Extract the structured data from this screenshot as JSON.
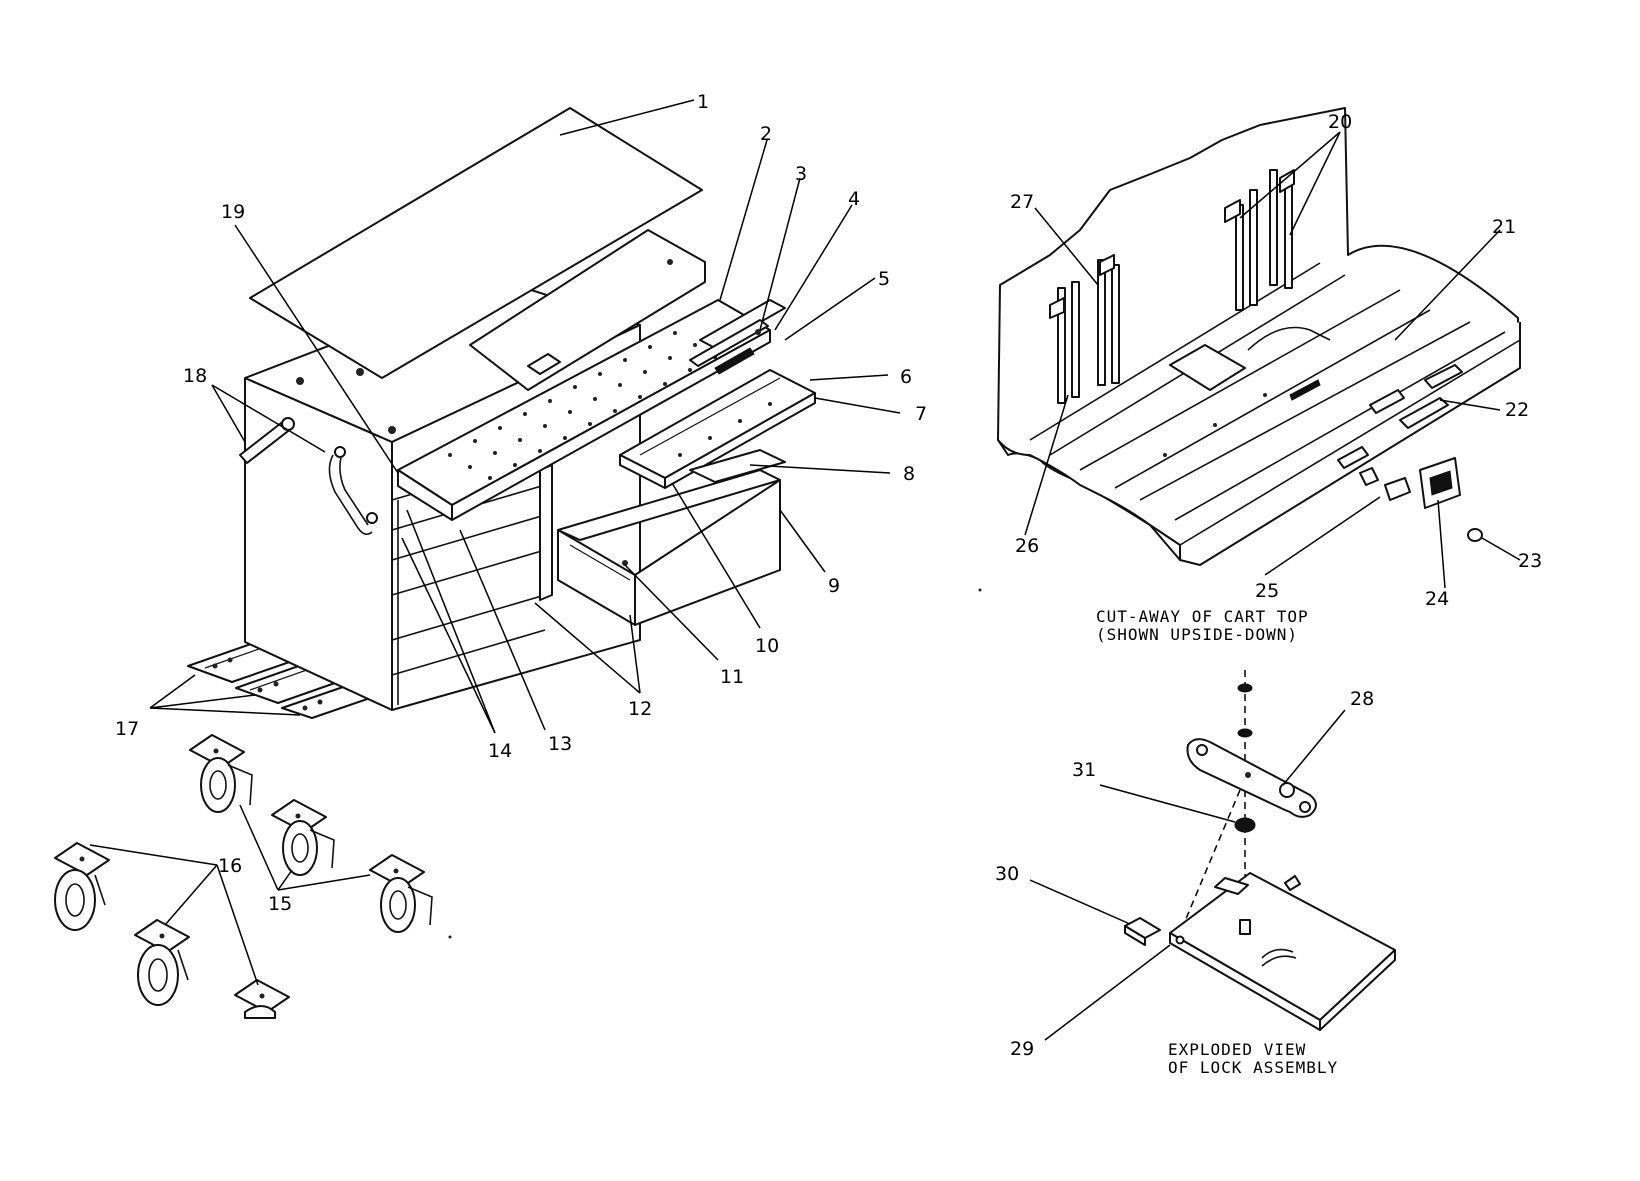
{
  "diagram": {
    "part_numbers": [
      "1",
      "2",
      "3",
      "4",
      "5",
      "6",
      "7",
      "8",
      "9",
      "10",
      "11",
      "12",
      "13",
      "14",
      "15",
      "16",
      "17",
      "18",
      "19",
      "20",
      "21",
      "22",
      "23",
      "24",
      "25",
      "26",
      "27",
      "28",
      "29",
      "30",
      "31"
    ],
    "captions": {
      "cart_top_line1": "CUT-AWAY OF CART TOP",
      "cart_top_line2": "(SHOWN UPSIDE-DOWN)",
      "lock_line1": "EXPLODED VIEW",
      "lock_line2": "OF LOCK ASSEMBLY"
    },
    "colors": {
      "ink": "#111111",
      "paper": "#ffffff"
    }
  }
}
